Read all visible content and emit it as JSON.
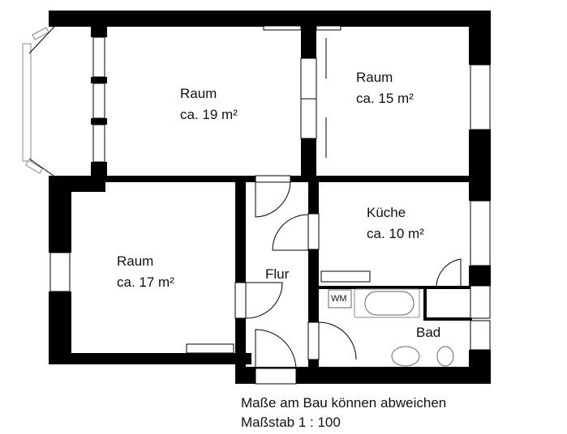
{
  "rooms": [
    {
      "name": "Raum",
      "area": "ca. 19 m²"
    },
    {
      "name": "Raum",
      "area": "ca. 15 m²"
    },
    {
      "name": "Raum",
      "area": "ca. 17 m²"
    },
    {
      "name": "Küche",
      "area": "ca. 10 m²"
    },
    {
      "name": "Flur"
    },
    {
      "name": "Bad"
    }
  ],
  "fixtures": {
    "washing_machine": "WM"
  },
  "notes": {
    "disclaimer": "Maße am Bau können abweichen",
    "scale": "Maßstab 1 : 100"
  },
  "colors": {
    "wall": "#000000",
    "background": "#ffffff"
  }
}
